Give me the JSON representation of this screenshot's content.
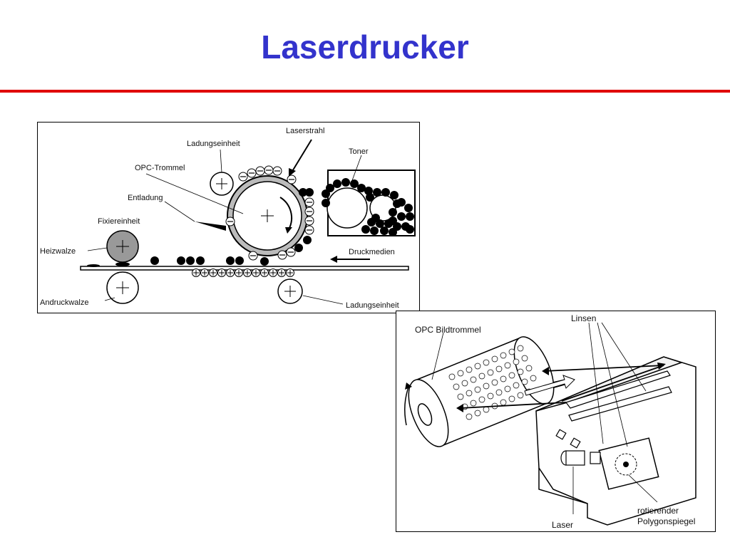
{
  "slide": {
    "title": "Laserdrucker",
    "title_color": "#3333cc",
    "rule_color": "#e00000"
  },
  "printer_diagram": {
    "labels": {
      "laserstrahl": "Laserstrahl",
      "ladungseinheit_top": "Ladungseinheit",
      "toner": "Toner",
      "opc_trommel": "OPC-Trommel",
      "entladung": "Entladung",
      "fixiereinheit": "Fixiereinheit",
      "heizwalze": "Heizwalze",
      "druckmedien": "Druckmedien",
      "andruckwalze": "Andruckwalze",
      "ladungseinheit_bottom": "Ladungseinheit"
    }
  },
  "scanner_diagram": {
    "labels": {
      "opc_bildtrommel": "OPC Bildtrommel",
      "linsen": "Linsen",
      "laser": "Laser",
      "polygon_line1": "rotierender",
      "polygon_line2": "Polygonspiegel"
    }
  }
}
